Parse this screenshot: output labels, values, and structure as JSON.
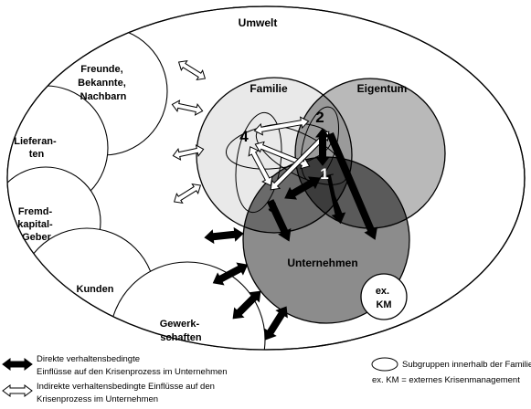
{
  "environment": {
    "label": "Umwelt"
  },
  "stakeholders": [
    {
      "key": "friends",
      "lines": [
        "Freunde,",
        "Bekannte,",
        "Nachbarn"
      ]
    },
    {
      "key": "suppliers",
      "lines": [
        "Lieferan-",
        "ten"
      ]
    },
    {
      "key": "creditors",
      "lines": [
        "Fremd-",
        "kapital-",
        "Geber"
      ]
    },
    {
      "key": "customers",
      "lines": [
        "Kunden"
      ]
    },
    {
      "key": "unions",
      "lines": [
        "Gewerk-",
        "schaften"
      ]
    }
  ],
  "circles": {
    "family": {
      "label": "Familie",
      "color": "#e9e9e9"
    },
    "ownership": {
      "label": "Eigentum",
      "color": "#b9b9b9"
    },
    "company": {
      "label": "Unternehmen",
      "color": "#8c8c8c"
    },
    "overlap_dark": "#3c3c3c",
    "overlap_mid": "#6a6a6a"
  },
  "external_km": {
    "lines": [
      "ex.",
      "KM"
    ]
  },
  "subgroups": [
    {
      "label": "1"
    },
    {
      "label": "2"
    },
    {
      "label": "3"
    },
    {
      "label": "4"
    }
  ],
  "legend": {
    "direct": [
      "Direkte verhaltensbedingte",
      "Einflüsse auf den Krisenprozess im Unternehmen"
    ],
    "indirect": [
      "Indirekte verhaltensbedingte Einflüsse auf den",
      "Krisenprozess im Unternehmen"
    ],
    "subgroups": "Subgruppen innerhalb der Familie",
    "km": "ex. KM = externes Krisenmanagement"
  }
}
